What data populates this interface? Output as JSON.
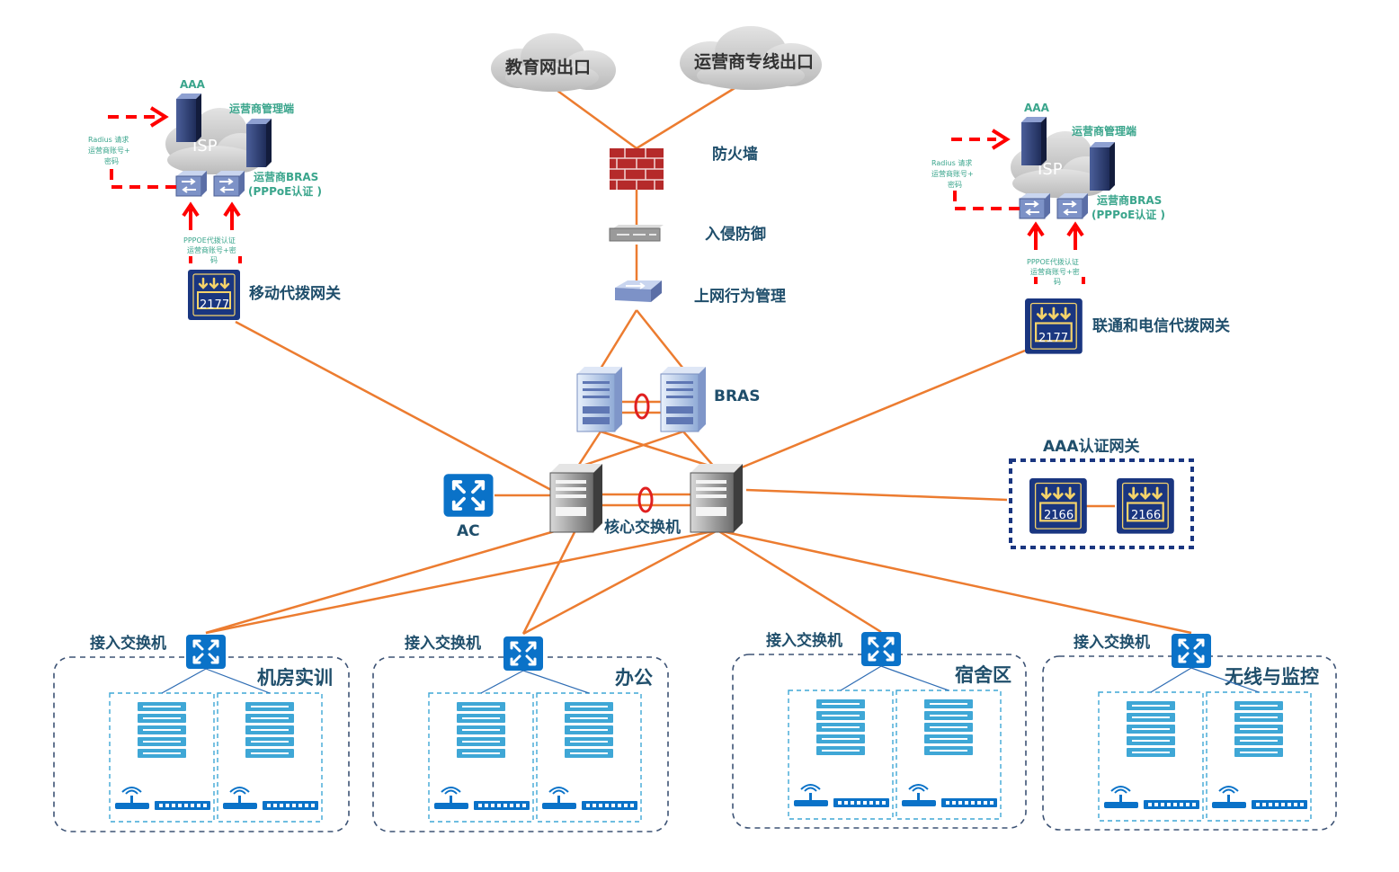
{
  "colors": {
    "link": "#ec7c30",
    "label": "#1f4e6b",
    "isp_label": "#3aa58c",
    "auth_arrow": "#ff0000",
    "access_switch": "#0a72c8",
    "gateway": "#1a3680",
    "zone_border": "#3d5375",
    "group_border": "#3fa7d6"
  },
  "internet": {
    "edu_exit": "教育网出口",
    "isp_exit": "运营商专线出口"
  },
  "security": {
    "firewall": "防火墙",
    "ips": "入侵防御",
    "behavior_mgmt": "上网行为管理"
  },
  "bras": {
    "label": "BRAS"
  },
  "core": {
    "label": "核心交换机",
    "ac": "AC"
  },
  "aaa_gateway": {
    "label": "AAA认证网关",
    "gw1": "2166",
    "gw2": "2166"
  },
  "left_isp": {
    "aaa": "AAA",
    "mgmt": "运营商管理端",
    "isp": "ISP",
    "bras_line1": "运营商BRAS",
    "bras_line2": "(PPPoE认证 )",
    "radius_line1": "Radius 请求",
    "radius_line2": "运营商账号+",
    "radius_line3": "密码",
    "pppoe_line1": "PPPOE代拨认证",
    "pppoe_line2": "运营商账号+密",
    "pppoe_line3": "码",
    "gateway_label": "移动代拨网关",
    "gateway_num": "2177"
  },
  "right_isp": {
    "aaa": "AAA",
    "mgmt": "运营商管理端",
    "isp": "ISP",
    "bras_line1": "运营商BRAS",
    "bras_line2": "(PPPoE认证 )",
    "radius_line1": "Radius 请求",
    "radius_line2": "运营商账号+",
    "radius_line3": "密码",
    "pppoe_line1": "PPPOE代拨认证",
    "pppoe_line2": "运营商账号+密",
    "pppoe_line3": "码",
    "gateway_label": "联通和电信代拨网关",
    "gateway_num": "2177"
  },
  "zones": [
    {
      "access_label": "接入交换机",
      "name": "机房实训"
    },
    {
      "access_label": "接入交换机",
      "name": "办公"
    },
    {
      "access_label": "接入交换机",
      "name": "宿舍区"
    },
    {
      "access_label": "接入交换机",
      "name": "无线与监控"
    }
  ]
}
